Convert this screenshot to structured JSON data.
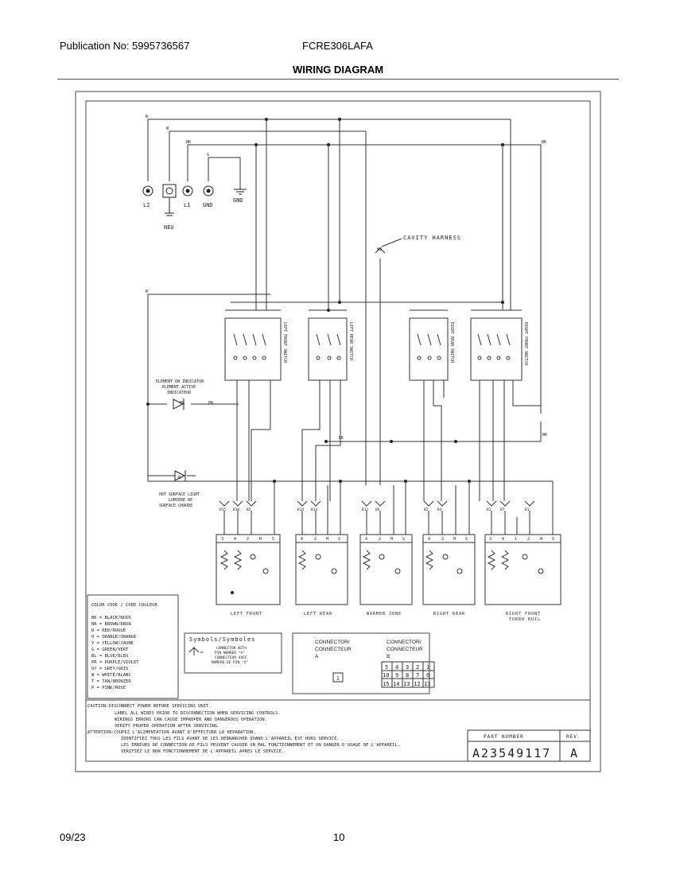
{
  "header": {
    "publication": "Publication No: 5995736567",
    "model": "FCRE306LAFA",
    "title": "WIRING DIAGRAM"
  },
  "footer": {
    "date": "09/23",
    "page": "10"
  },
  "terminals": [
    "L2",
    "NEU",
    "L1",
    "GND",
    "GND"
  ],
  "wire_tags": {
    "r": "R",
    "w": "W",
    "bk": "BK",
    "g": "G",
    "pr": "PR",
    "wz": "WZ"
  },
  "cavity_harness": "CAVITY HARNESS",
  "switches": [
    {
      "label": "LEFT FRONT SWITCH"
    },
    {
      "label": "LEFT REAR SWITCH"
    },
    {
      "label": "RIGHT REAR SWITCH"
    },
    {
      "label": "RIGHT FRONT SWITCH"
    }
  ],
  "indicators": {
    "element_on": [
      "ELEMENT ON INDICATOR",
      "ELEMENT ACTIVE",
      "INDICATEUR"
    ],
    "hot_surface": [
      "HOT SURFACE LIGHT",
      "LUMIERE DE",
      "SURFACE CHAUDE"
    ]
  },
  "connector_tags": [
    "B15",
    "B10",
    "B5",
    "B14",
    "B13",
    "B12",
    "B6",
    "B2",
    "B3",
    "B1",
    "B7",
    "B1"
  ],
  "elements": [
    {
      "label": "LEFT FRONT",
      "pins": [
        "3",
        "4",
        "2",
        "H",
        "S"
      ]
    },
    {
      "label": "LEFT REAR",
      "pins": [
        "4",
        "2",
        "H",
        "S"
      ]
    },
    {
      "label": "WARMER ZONE",
      "pins": [
        "4",
        "2",
        "H",
        "S"
      ]
    },
    {
      "label": "RIGHT REAR",
      "pins": [
        "4",
        "2",
        "H",
        "S"
      ]
    },
    {
      "label": "RIGHT FRONT",
      "label2": "TURBO BOIL",
      "pins": [
        "3",
        "4",
        "1",
        "2",
        "H",
        "S"
      ]
    }
  ],
  "color_code": {
    "title": "COLOR CODE / CODE COULEUR",
    "entries": [
      "BK = BLACK/NOIR",
      "BR = BROWN/BRUN",
      "R  = RED/ROUGE",
      "O  = ORANGE/ORANGE",
      "Y  = YELLOW/JAUNE",
      "G  = GREEN/VERT",
      "BL = BLUE/BLEU",
      "PR = PURPLE/VIOLET",
      "GY = GREY/GRIS",
      "W  = WHITE/BLANC",
      "T  = TAN/BRONZER",
      "P  = PINK/ROSE"
    ]
  },
  "symbols": {
    "title": "Symbols/Symboles",
    "lines": [
      "CONNECTOR WITH",
      "PIN NUMBER \"X\"",
      "CONNECTEUR AVEC",
      "NUMERO DE PIN \"X\""
    ]
  },
  "connector_a": {
    "lines": [
      "CONNECTOR/",
      "CONNECTEUR",
      "A"
    ],
    "pin": "1"
  },
  "connector_b": {
    "lines": [
      "CONNECTOR/",
      "CONNECTEUR",
      "B"
    ],
    "rows": [
      [
        "5",
        "4",
        "3",
        "2",
        "1"
      ],
      [
        "10",
        "9",
        "8",
        "7",
        "6"
      ],
      [
        "15",
        "14",
        "13",
        "12",
        "11"
      ]
    ]
  },
  "caution": [
    "CAUTION:DISCONNECT POWER BEFORE SERVICING UNIT.",
    "LABEL ALL WIRES PRIOR TO DISCONNECTION WHEN SERVICING CONTROLS.",
    "WIRINGS ERRORS CAN CAUSE IMPROPER AND DANGEROUS OPERATION.",
    "VERIFY PROPER OPERATION AFTER SERVICING.",
    "ATTENTION:COUPEZ L'ALIMENTATION AVANT D'EFFECTUER LA REPARATION.",
    "IDENTIFIEZ TOUS LES FILS AVANT DE LES DEBRANCHER QUAND L'APPAREIL EST HORS SERVICE.",
    "LES ERREURS DE CONNECTION DE FILS PEUVENT CAUSER UN MAL FONCTIONNEMENT ET UN DANGER D'USAGE DE L'APPAREIL.",
    "VERIFIEZ LE BON FONCTIONNEMENT DE L'APPAREIL APRES LE SERVICE."
  ],
  "part": {
    "label": "PART NUMBER",
    "rev_label": "REV.",
    "number": "A23549117",
    "rev": "A"
  }
}
